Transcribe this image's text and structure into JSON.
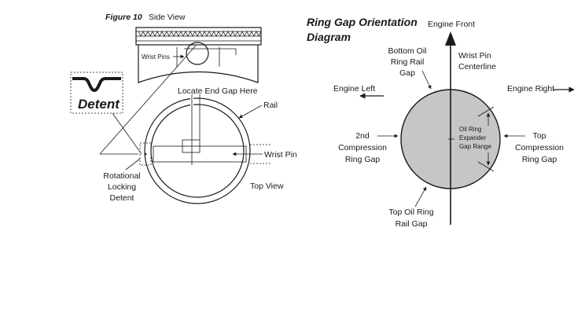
{
  "left": {
    "figure_number": "Figure 10",
    "side_view_label": "Side View",
    "wrist_pins_label": "Wrist Pins",
    "detent_label": "Detent",
    "locate_end_gap_label": "Locate End Gap Here",
    "rail_label": "Rail",
    "wrist_pin_label": "Wrist Pin",
    "top_view_label": "Top View",
    "rotational_locking_detent": [
      "Rotational",
      "Locking",
      "Detent"
    ]
  },
  "right": {
    "title_lines": [
      "Ring Gap Orientation",
      "Diagram"
    ],
    "engine_front": "Engine Front",
    "engine_left": "Engine Left",
    "engine_right": "Engine Right",
    "wrist_pin_centerline": [
      "Wrist Pin",
      "Centerline"
    ],
    "bottom_oil_ring_rail_gap": [
      "Bottom Oil",
      "Ring Rail",
      "Gap"
    ],
    "second_compression_ring_gap": [
      "2nd",
      "Compression",
      "Ring Gap"
    ],
    "top_compression_ring_gap": [
      "Top",
      "Compression",
      "Ring Gap"
    ],
    "top_oil_ring_rail_gap": [
      "Top Oil Ring",
      "Rail Gap"
    ],
    "oil_ring_expander_gap_range": [
      "Oil Ring",
      "Expander",
      "Gap Range"
    ]
  },
  "colors": {
    "ink": "#1a1a1a",
    "piston_fill": "#c6c6c6"
  }
}
